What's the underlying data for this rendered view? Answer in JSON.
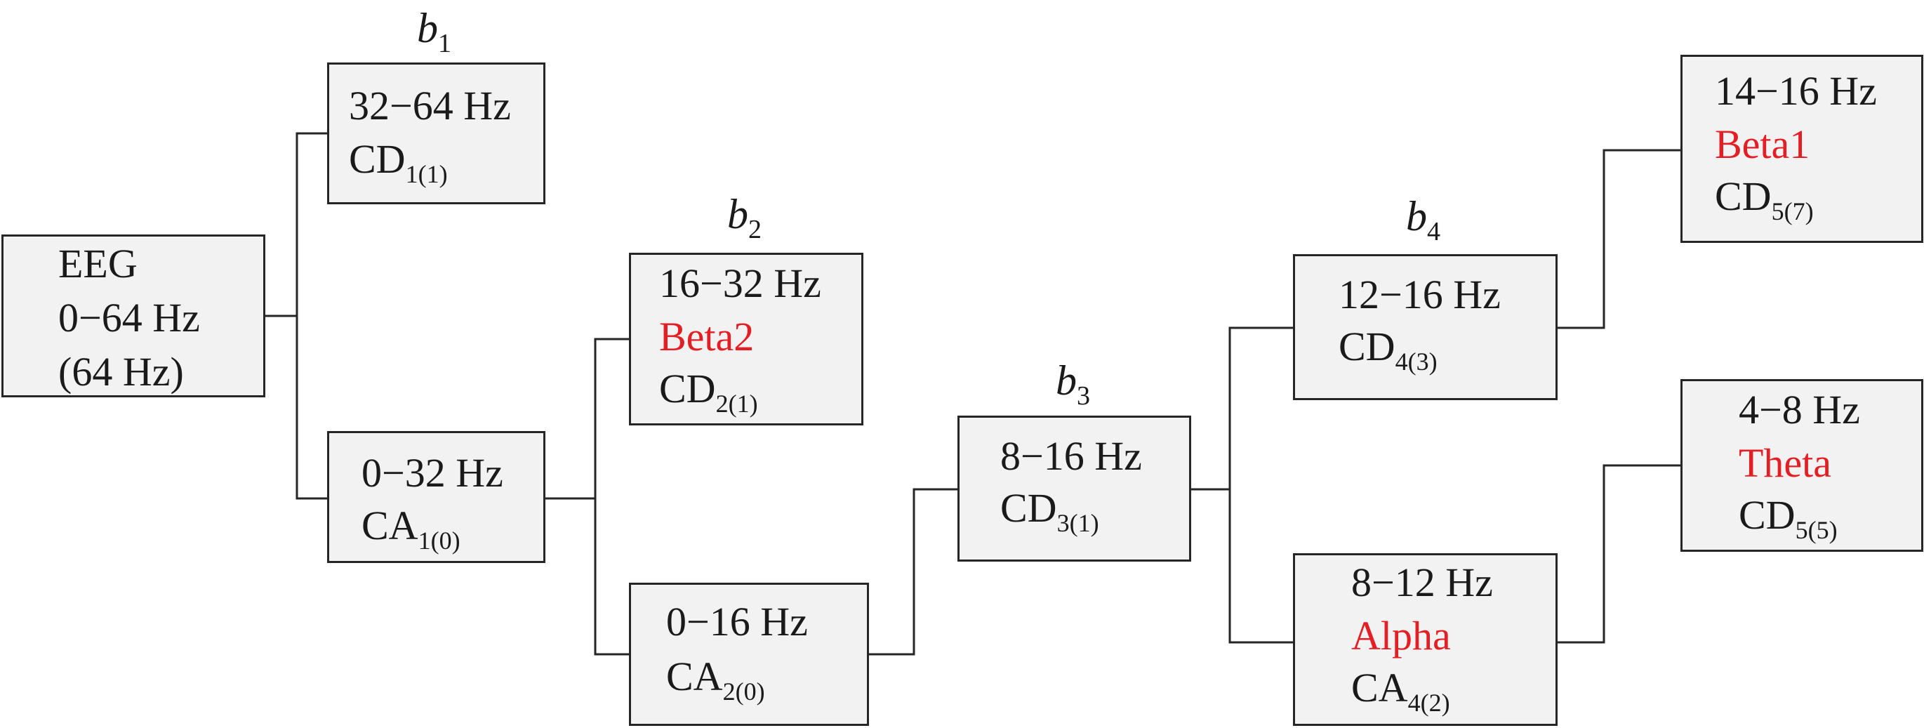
{
  "levels": {
    "b1": {
      "base": "b",
      "sub": "1"
    },
    "b2": {
      "base": "b",
      "sub": "2"
    },
    "b3": {
      "base": "b",
      "sub": "3"
    },
    "b4": {
      "base": "b",
      "sub": "4"
    }
  },
  "nodes": {
    "eeg": {
      "line1": "EEG",
      "line2": "0−64 Hz",
      "line3": "(64 Hz)"
    },
    "cd11": {
      "range": "32−64 Hz",
      "coef": "CD",
      "coef_sub": "1(1)"
    },
    "ca10": {
      "range": "0−32 Hz",
      "coef": "CA",
      "coef_sub": "1(0)"
    },
    "cd21": {
      "range": "16−32 Hz",
      "band": "Beta2",
      "coef": "CD",
      "coef_sub": "2(1)"
    },
    "ca20": {
      "range": "0−16 Hz",
      "coef": "CA",
      "coef_sub": "2(0)"
    },
    "cd31": {
      "range": "8−16 Hz",
      "coef": "CD",
      "coef_sub": "3(1)"
    },
    "cd43": {
      "range": "12−16 Hz",
      "coef": "CD",
      "coef_sub": "4(3)"
    },
    "ca42": {
      "range": "8−12 Hz",
      "band": "Alpha",
      "coef": "CA",
      "coef_sub": "4(2)"
    },
    "cd57": {
      "range": "14−16 Hz",
      "band": "Beta1",
      "coef": "CD",
      "coef_sub": "5(7)"
    },
    "cd55": {
      "range": "4−8 Hz",
      "band": "Theta",
      "coef": "CD",
      "coef_sub": "5(5)"
    }
  },
  "colors": {
    "band_label": "#e31e24",
    "box_fill": "#f2f2f2",
    "stroke": "#262626"
  }
}
